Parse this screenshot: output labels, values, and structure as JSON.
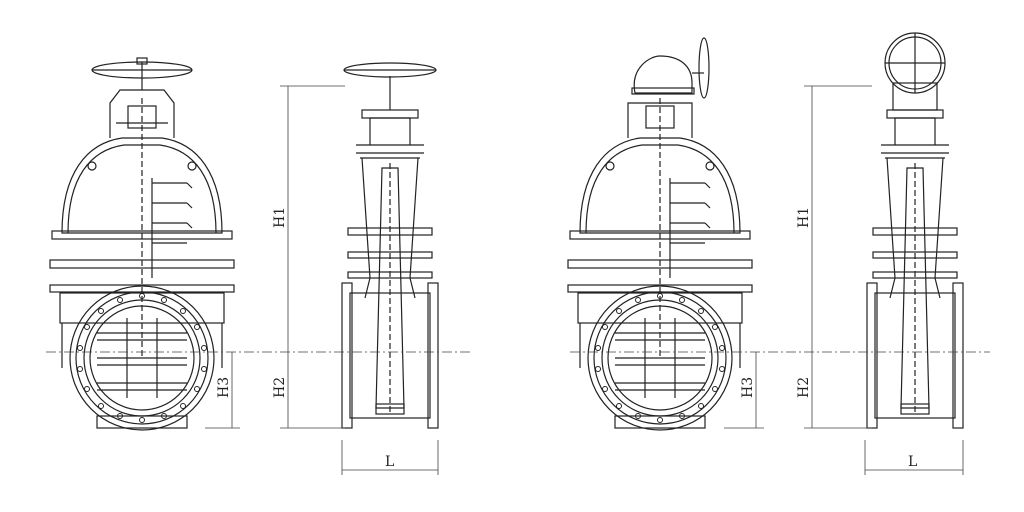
{
  "drawings": [
    {
      "name": "handwheel-gate-valve",
      "front_view": {},
      "side_view": {
        "dims": {
          "h1": "H1",
          "h2": "H2",
          "l": "L"
        }
      },
      "front_dims": {
        "h3": "H3"
      }
    },
    {
      "name": "gearbox-gate-valve",
      "front_view": {},
      "side_view": {
        "dims": {
          "h1": "H1",
          "h2": "H2",
          "l": "L"
        }
      },
      "front_dims": {
        "h3": "H3"
      }
    }
  ],
  "colors": {
    "line": "#222222",
    "centerline": "#555555",
    "background": "#ffffff"
  }
}
